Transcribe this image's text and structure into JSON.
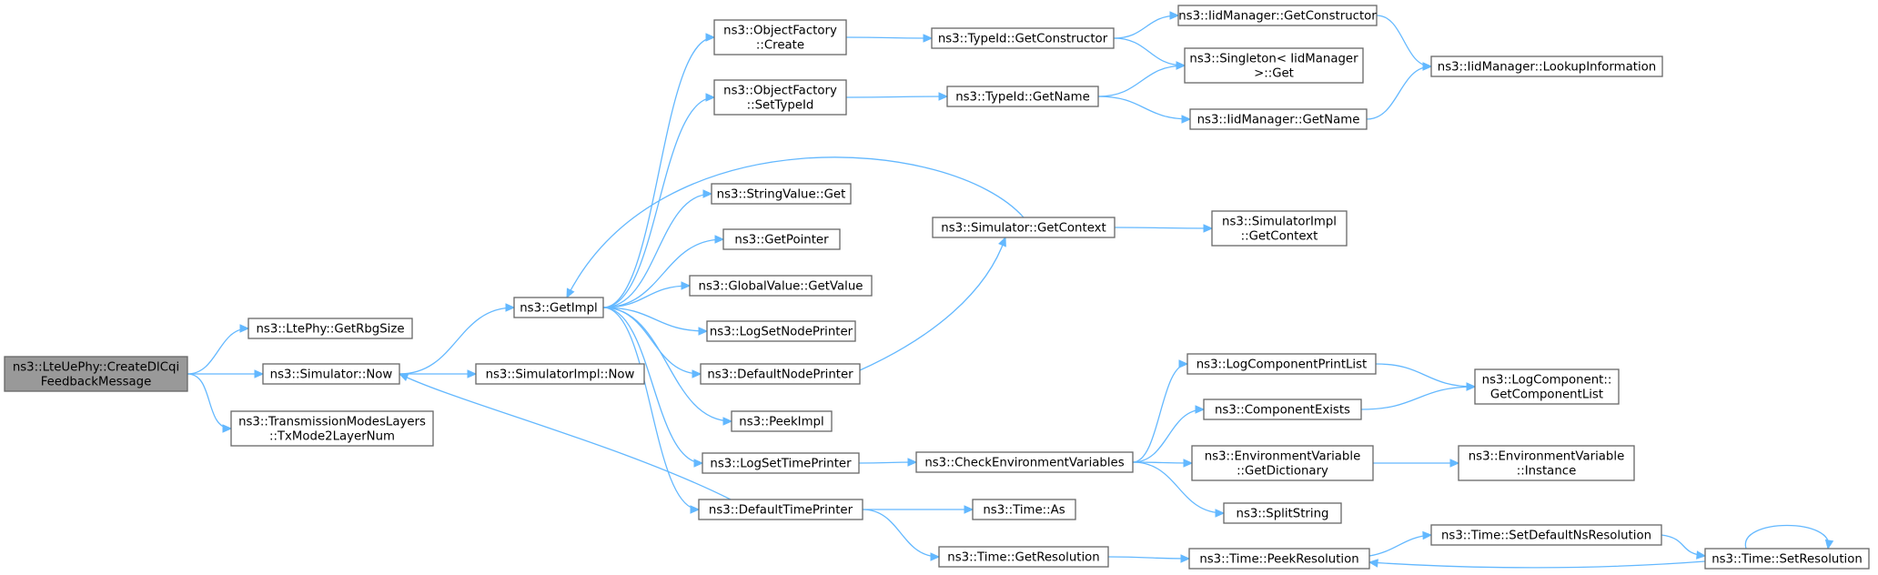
{
  "graph": {
    "type": "call-graph",
    "colors": {
      "edge": "#63b8ff",
      "node_border": "#666666",
      "root_fill": "#999999",
      "node_fill": "#ffffff"
    },
    "nodes": [
      {
        "id": "root",
        "lines": [
          "ns3::LteUePhy::CreateDlCqi",
          "FeedbackMessage"
        ]
      },
      {
        "id": "getrbgsize",
        "lines": [
          "ns3::LtePhy::GetRbgSize"
        ]
      },
      {
        "id": "simnow",
        "lines": [
          "ns3::Simulator::Now"
        ]
      },
      {
        "id": "txmode",
        "lines": [
          "ns3::TransmissionModesLayers",
          "::TxMode2LayerNum"
        ]
      },
      {
        "id": "getimpl",
        "lines": [
          "ns3::GetImpl"
        ]
      },
      {
        "id": "simimplnow",
        "lines": [
          "ns3::SimulatorImpl::Now"
        ]
      },
      {
        "id": "ofcreate",
        "lines": [
          "ns3::ObjectFactory",
          "::Create"
        ]
      },
      {
        "id": "ofsettypeid",
        "lines": [
          "ns3::ObjectFactory",
          "::SetTypeId"
        ]
      },
      {
        "id": "stringget",
        "lines": [
          "ns3::StringValue::Get"
        ]
      },
      {
        "id": "getpointer",
        "lines": [
          "ns3::GetPointer"
        ]
      },
      {
        "id": "gvgetvalue",
        "lines": [
          "ns3::GlobalValue::GetValue"
        ]
      },
      {
        "id": "logsetnode",
        "lines": [
          "ns3::LogSetNodePrinter"
        ]
      },
      {
        "id": "defnodeprinter",
        "lines": [
          "ns3::DefaultNodePrinter"
        ]
      },
      {
        "id": "peekimpl",
        "lines": [
          "ns3::PeekImpl"
        ]
      },
      {
        "id": "logsettime",
        "lines": [
          "ns3::LogSetTimePrinter"
        ]
      },
      {
        "id": "deftimeprinter",
        "lines": [
          "ns3::DefaultTimePrinter"
        ]
      },
      {
        "id": "tidgetctor",
        "lines": [
          "ns3::TypeId::GetConstructor"
        ]
      },
      {
        "id": "tidgetname",
        "lines": [
          "ns3::TypeId::GetName"
        ]
      },
      {
        "id": "simgetctx",
        "lines": [
          "ns3::Simulator::GetContext"
        ]
      },
      {
        "id": "checkenv",
        "lines": [
          "ns3::CheckEnvironmentVariables"
        ]
      },
      {
        "id": "timeas",
        "lines": [
          "ns3::Time::As"
        ]
      },
      {
        "id": "timegetres",
        "lines": [
          "ns3::Time::GetResolution"
        ]
      },
      {
        "id": "iidgetctor",
        "lines": [
          "ns3::IidManager::GetConstructor"
        ]
      },
      {
        "id": "singleton",
        "lines": [
          "ns3::Singleton< IidManager",
          ">::Get"
        ]
      },
      {
        "id": "iidgetname",
        "lines": [
          "ns3::IidManager::GetName"
        ]
      },
      {
        "id": "simimplctx",
        "lines": [
          "ns3::SimulatorImpl",
          "::GetContext"
        ]
      },
      {
        "id": "logcompprint",
        "lines": [
          "ns3::LogComponentPrintList"
        ]
      },
      {
        "id": "compexists",
        "lines": [
          "ns3::ComponentExists"
        ]
      },
      {
        "id": "envgetdict",
        "lines": [
          "ns3::EnvironmentVariable",
          "::GetDictionary"
        ]
      },
      {
        "id": "splitstring",
        "lines": [
          "ns3::SplitString"
        ]
      },
      {
        "id": "timepeekres",
        "lines": [
          "ns3::Time::PeekResolution"
        ]
      },
      {
        "id": "iidlookup",
        "lines": [
          "ns3::IidManager::LookupInformation"
        ]
      },
      {
        "id": "logcompgetlist",
        "lines": [
          "ns3::LogComponent::",
          "GetComponentList"
        ]
      },
      {
        "id": "envinstance",
        "lines": [
          "ns3::EnvironmentVariable",
          "::Instance"
        ]
      },
      {
        "id": "timesetdefns",
        "lines": [
          "ns3::Time::SetDefaultNsResolution"
        ]
      },
      {
        "id": "timesetres",
        "lines": [
          "ns3::Time::SetResolution"
        ]
      }
    ],
    "edges": [
      [
        "root",
        "getrbgsize"
      ],
      [
        "root",
        "simnow"
      ],
      [
        "root",
        "txmode"
      ],
      [
        "simnow",
        "getimpl"
      ],
      [
        "simnow",
        "simimplnow"
      ],
      [
        "getimpl",
        "ofcreate"
      ],
      [
        "getimpl",
        "ofsettypeid"
      ],
      [
        "getimpl",
        "stringget"
      ],
      [
        "getimpl",
        "getpointer"
      ],
      [
        "getimpl",
        "gvgetvalue"
      ],
      [
        "getimpl",
        "logsetnode"
      ],
      [
        "getimpl",
        "defnodeprinter"
      ],
      [
        "getimpl",
        "peekimpl"
      ],
      [
        "getimpl",
        "logsettime"
      ],
      [
        "getimpl",
        "deftimeprinter"
      ],
      [
        "ofcreate",
        "tidgetctor"
      ],
      [
        "ofsettypeid",
        "tidgetname"
      ],
      [
        "tidgetctor",
        "iidgetctor"
      ],
      [
        "tidgetctor",
        "singleton"
      ],
      [
        "tidgetname",
        "singleton"
      ],
      [
        "tidgetname",
        "iidgetname"
      ],
      [
        "iidgetctor",
        "iidlookup"
      ],
      [
        "iidgetname",
        "iidlookup"
      ],
      [
        "simgetctx",
        "getimpl"
      ],
      [
        "simgetctx",
        "simimplctx"
      ],
      [
        "defnodeprinter",
        "simgetctx"
      ],
      [
        "logsettime",
        "checkenv"
      ],
      [
        "checkenv",
        "logcompprint"
      ],
      [
        "checkenv",
        "compexists"
      ],
      [
        "checkenv",
        "envgetdict"
      ],
      [
        "checkenv",
        "splitstring"
      ],
      [
        "logcompprint",
        "logcompgetlist"
      ],
      [
        "compexists",
        "logcompgetlist"
      ],
      [
        "envgetdict",
        "envinstance"
      ],
      [
        "deftimeprinter",
        "simnow"
      ],
      [
        "deftimeprinter",
        "timeas"
      ],
      [
        "deftimeprinter",
        "timegetres"
      ],
      [
        "timegetres",
        "timepeekres"
      ],
      [
        "timepeekres",
        "timesetdefns"
      ],
      [
        "timesetdefns",
        "timesetres"
      ],
      [
        "timesetres",
        "timepeekres"
      ],
      [
        "timesetres",
        "timesetres"
      ]
    ]
  }
}
